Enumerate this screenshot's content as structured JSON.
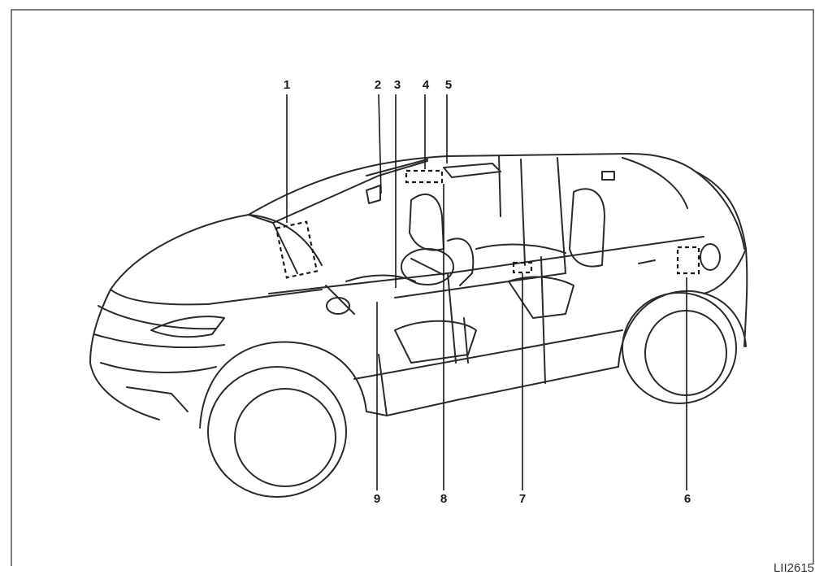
{
  "callouts": [
    {
      "label": "1"
    },
    {
      "label": "2"
    },
    {
      "label": "3"
    },
    {
      "label": "4"
    },
    {
      "label": "5"
    },
    {
      "label": "6"
    },
    {
      "label": "7"
    },
    {
      "label": "8"
    },
    {
      "label": "9"
    }
  ],
  "figure_code": "LII2615",
  "colors": {
    "line": "#2a2a2a",
    "frame": "#555555",
    "background": "#ffffff"
  }
}
